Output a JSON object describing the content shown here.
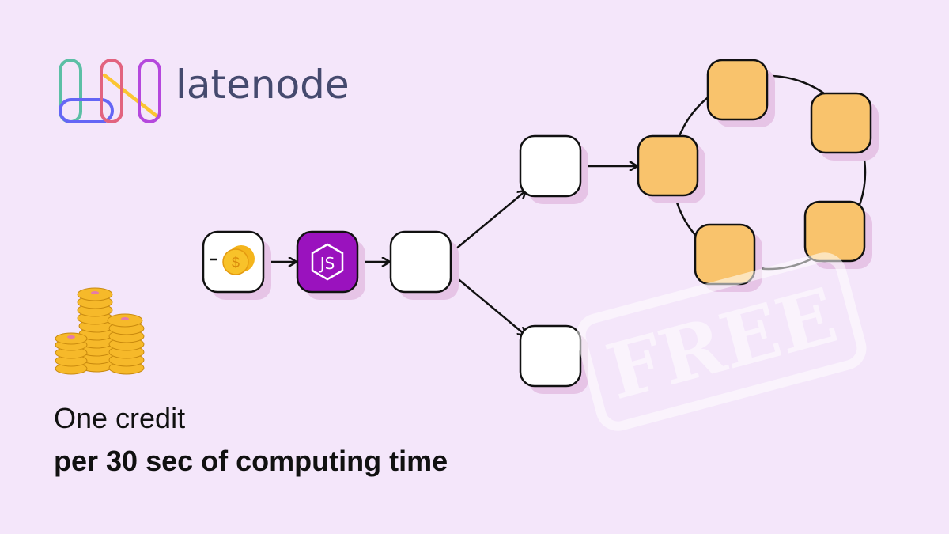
{
  "brand": {
    "name": "latenode",
    "logo_colors": [
      "#5bbfa5",
      "#e2637f",
      "#b548dd",
      "#6466f5",
      "#fbc532"
    ]
  },
  "caption": {
    "line1": "One credit",
    "line2": "per 30 sec of computing time"
  },
  "stamp": {
    "text": "FREE"
  },
  "diagram": {
    "nodes": [
      {
        "id": "credit",
        "icon": "minus-coins-icon",
        "fill": "#ffffff"
      },
      {
        "id": "js",
        "icon": "nodejs-icon",
        "fill": "#9a12be"
      },
      {
        "id": "split",
        "fill": "#ffffff"
      },
      {
        "id": "top",
        "fill": "#ffffff"
      },
      {
        "id": "bottom",
        "fill": "#ffffff"
      },
      {
        "id": "loop",
        "fill": "#f9c36c",
        "count": 5
      }
    ]
  },
  "colors": {
    "background": "#f4e6fa",
    "shadow": "#e6c4e6",
    "orange": "#f9c36c",
    "purple": "#9a12be"
  }
}
